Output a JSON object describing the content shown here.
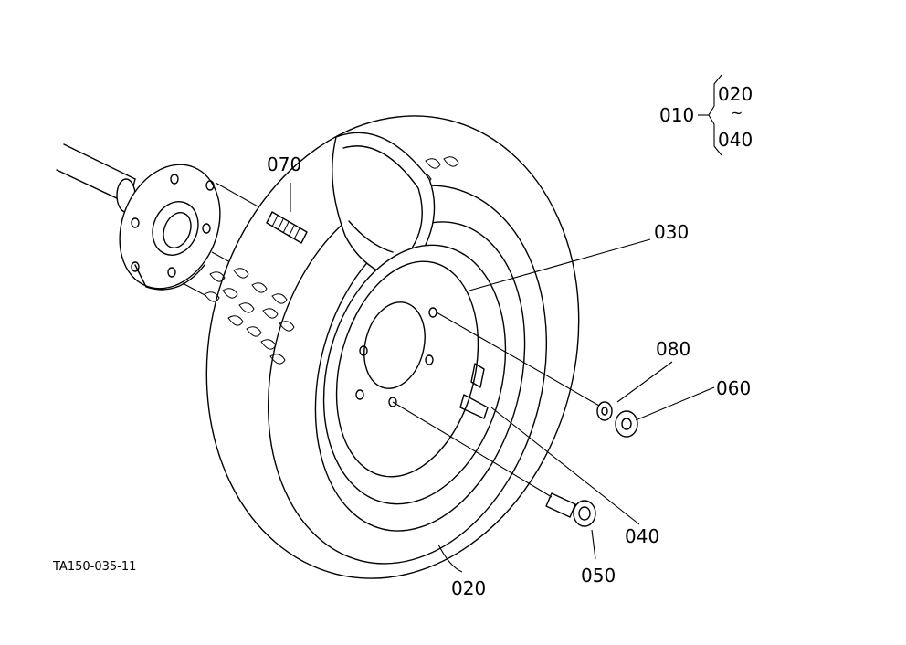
{
  "diagram_ref": "TA150-035-11",
  "parts": {
    "p010": "010",
    "p020": "020",
    "p030": "030",
    "p040": "040",
    "p050": "050",
    "p060": "060",
    "p070": "070",
    "p080": "080"
  },
  "assembly": {
    "parent": "010",
    "from": "020",
    "to": "040",
    "range_mark": "~"
  }
}
